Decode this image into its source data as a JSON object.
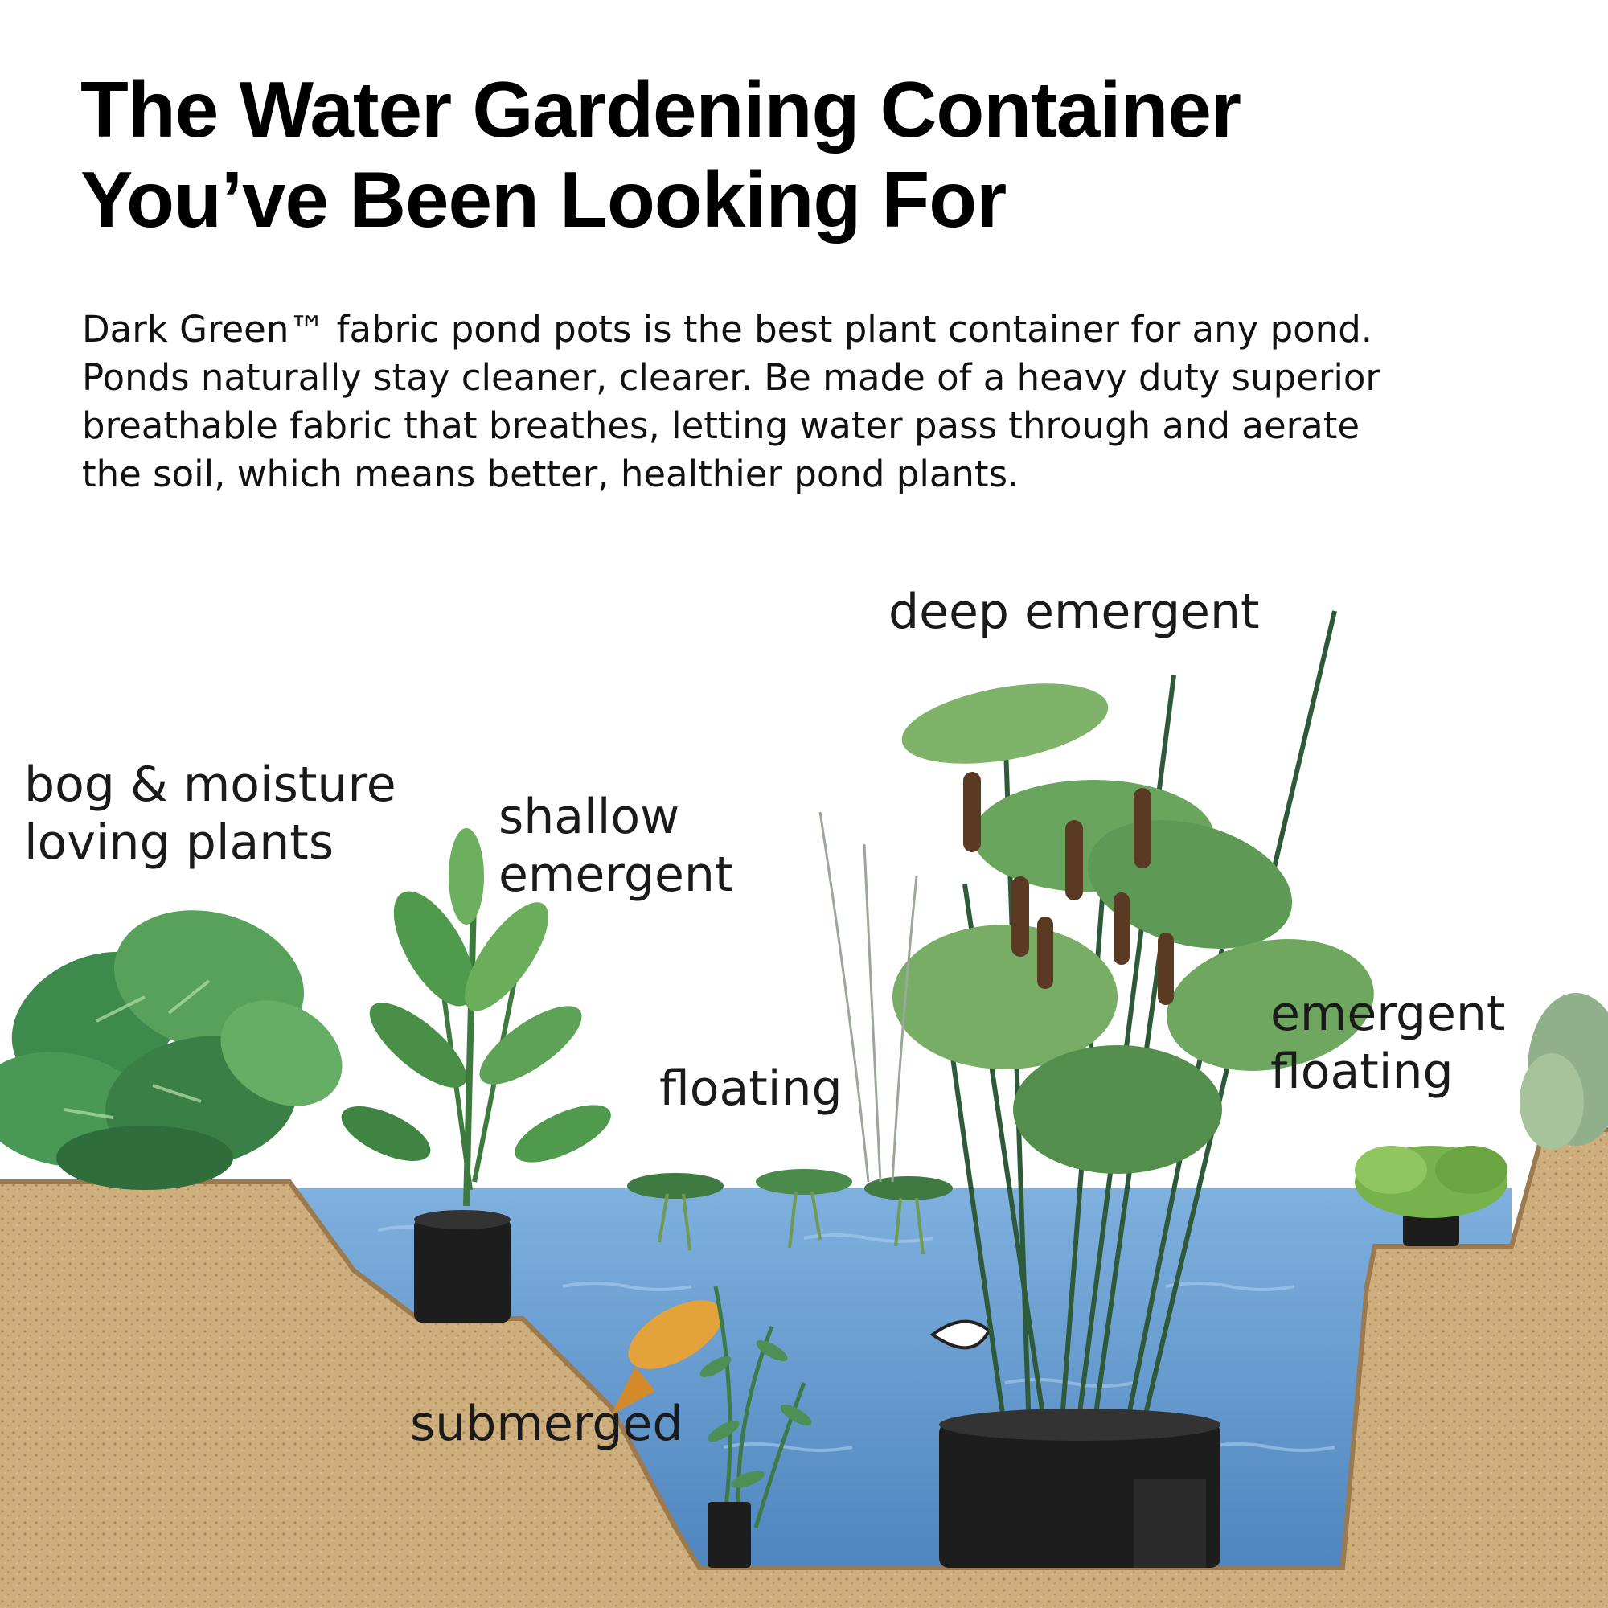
{
  "heading": {
    "line1": "The Water Gardening Container",
    "line2": "You’ve Been Looking For"
  },
  "description": {
    "lines": [
      "Dark Green™ fabric pond pots is the best plant container for any pond.",
      "Ponds naturally stay cleaner, clearer. Be made of a heavy duty superior",
      "breathable fabric that breathes, letting water pass through and aerate",
      "the soil, which means better, healthier pond plants."
    ]
  },
  "labels": {
    "deep_emergent": "deep emergent",
    "bog_line1": "bog & moisture",
    "bog_line2": "loving plants",
    "shallow_line1": "shallow",
    "shallow_line2": "emergent",
    "floating": "floating",
    "emergent_floating_line1": "emergent",
    "emergent_floating_line2": "floating",
    "submerged": "submerged"
  },
  "colors": {
    "water": "#5d93c9",
    "water_light": "#8db8e0",
    "soil": "#c9a874",
    "soil_dark": "#a9875a",
    "leaf": "#4f8f4a",
    "leaf_light": "#7cb36a",
    "pot": "#1c1c1c",
    "cattail": "#5a3a22"
  }
}
